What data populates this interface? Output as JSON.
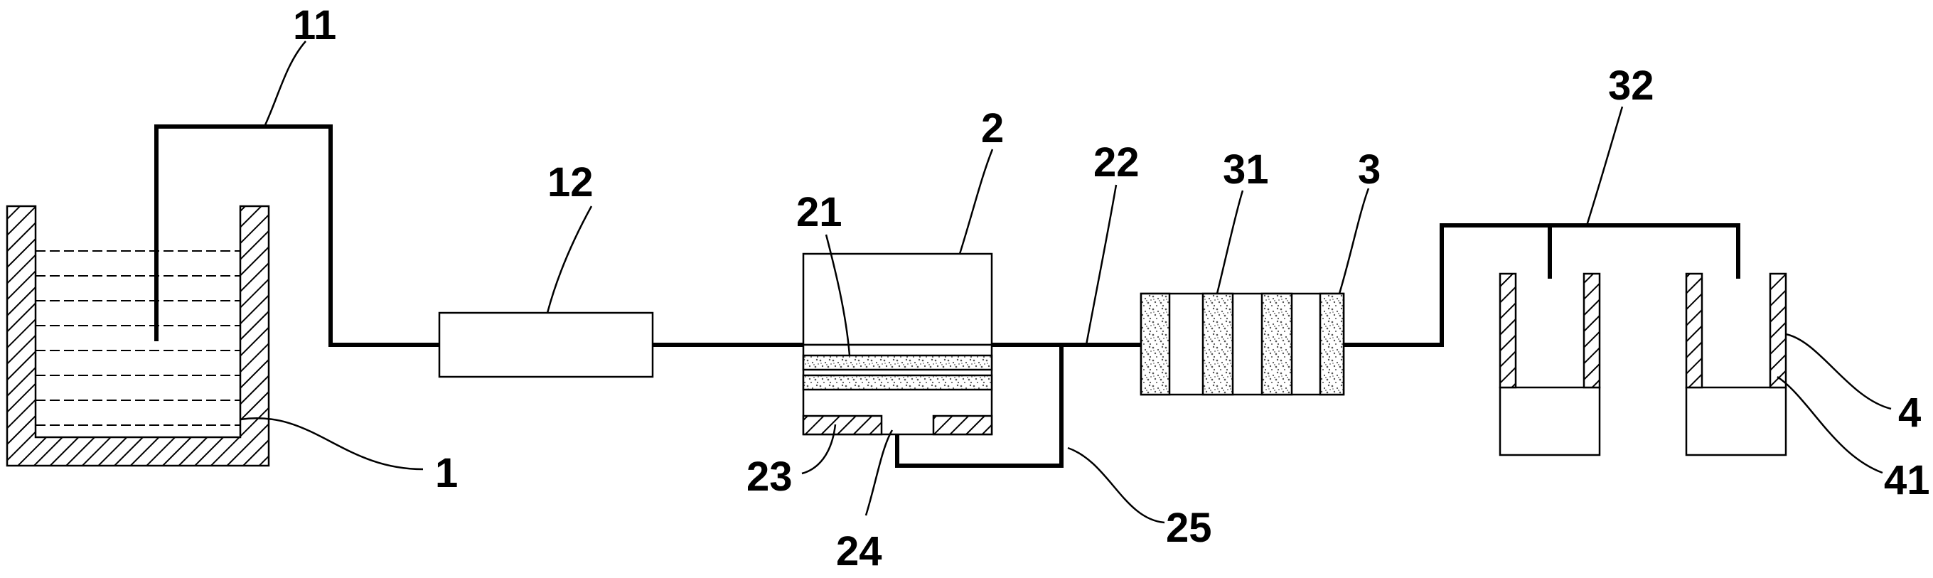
{
  "labels": {
    "tank": "1",
    "pipe_intake": "11",
    "pump": "12",
    "filter_housing": "2",
    "filter_layer": "21",
    "branch_pipe": "22",
    "bottom_plate": "23",
    "outlet_hole": "24",
    "return_pipe": "25",
    "cartridge": "3",
    "cartridge_insert": "31",
    "manifold": "32",
    "container": "4",
    "container_wall": "41"
  },
  "colors": {
    "line": "#000000",
    "background": "#ffffff",
    "speckle": "#555555"
  }
}
